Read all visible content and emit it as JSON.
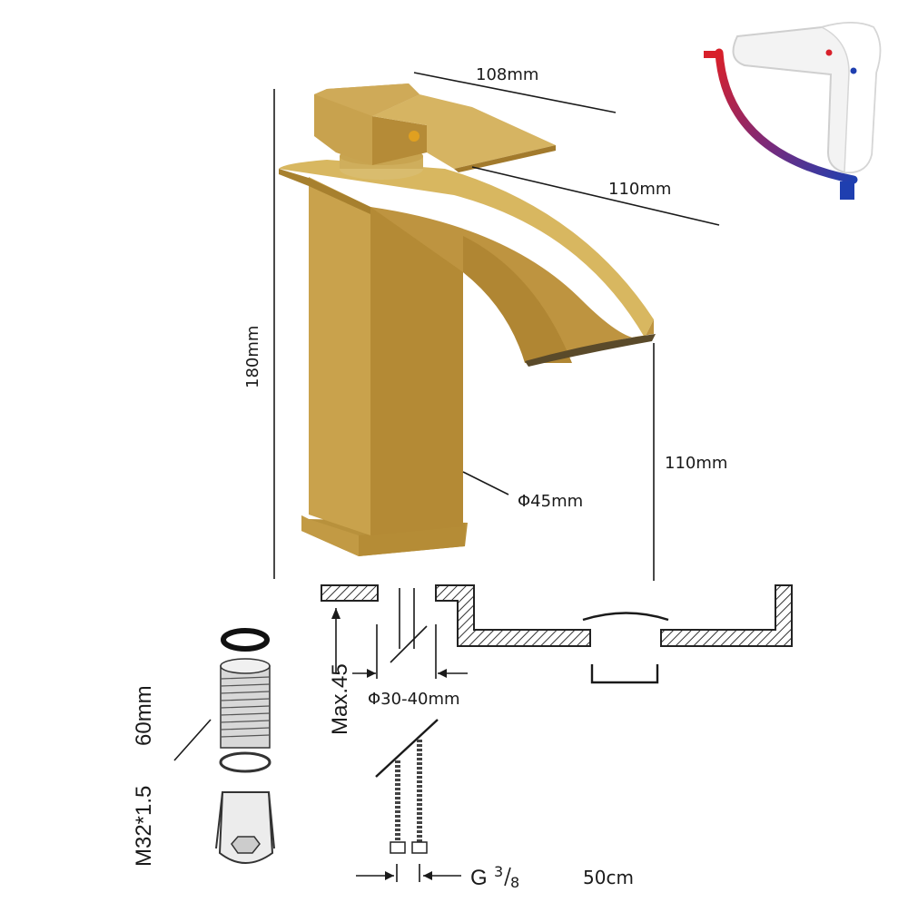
{
  "dimensions": {
    "handle_length": "108mm",
    "spout_length": "110mm",
    "total_height": "180mm",
    "spout_height": "110mm",
    "base_diameter": "Φ45mm",
    "deck_thickness": "Max.45",
    "hole_diameter": "Φ30-40mm",
    "thread_size": "M32*1.5",
    "thread_length": "60mm",
    "hose_thread_prefix": "G",
    "hose_thread_num": "3",
    "hose_thread_den": "8",
    "hose_length": "50cm"
  },
  "icons": {
    "hot_cold_indicator": "hot-cold-lever-icon",
    "faucet": "waterfall-faucet-icon",
    "sink": "sink-cross-section-icon",
    "hoses": "braided-hose-icon",
    "mounting_kit": "mounting-kit-icon"
  },
  "colors": {
    "faucet_gold": "#C9A24A",
    "faucet_gold_dark": "#A9822F",
    "faucet_gold_light": "#DDBB66",
    "hot": "#D8202A",
    "cold": "#1F3FB0"
  }
}
